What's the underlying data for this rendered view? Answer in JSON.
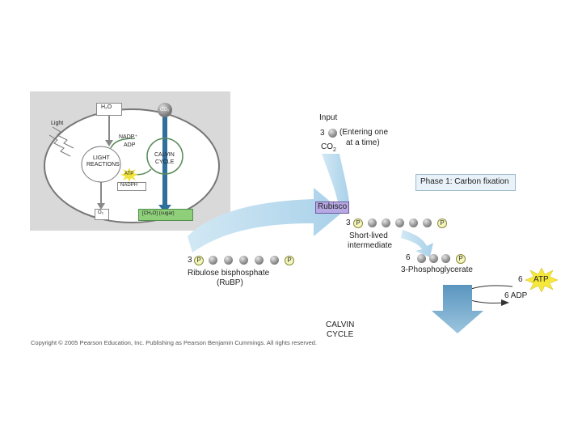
{
  "inset": {
    "h2o": "H₂O",
    "co2": "CO₂",
    "light": "Light",
    "nadp": "NADP⁺",
    "adp": "ADP",
    "light_reactions_1": "LIGHT",
    "light_reactions_2": "REACTIONS",
    "calvin_1": "CALVIN",
    "calvin_2": "CYCLE",
    "atp": "ATP",
    "nadph": "NADPH",
    "o2": "O₂",
    "sugar": "[CH₂O] (sugar)"
  },
  "main": {
    "input": "Input",
    "input_count": "3",
    "entering_1": "(Entering one",
    "entering_2": "at a time)",
    "co2": "CO",
    "co2_sub": "2",
    "phase1": "Phase 1: Carbon fixation",
    "rubisco": "Rubisco",
    "intermediate_count": "3",
    "intermediate_1": "Short-lived",
    "intermediate_2": "intermediate",
    "pga_count": "6",
    "pga_label": "3-Phosphoglycerate",
    "rubp_count": "3",
    "rubp_1": "Ribulose bisphosphate",
    "rubp_2": "(RuBP)",
    "atp_count": "6",
    "atp": "ATP",
    "adp": "6 ADP",
    "calvin_1": "CALVIN",
    "calvin_2": "CYCLE",
    "p": "P"
  },
  "copyright": "Copyright © 2005 Pearson Education, Inc. Publishing as Pearson Benjamin Cummings. All rights reserved."
}
